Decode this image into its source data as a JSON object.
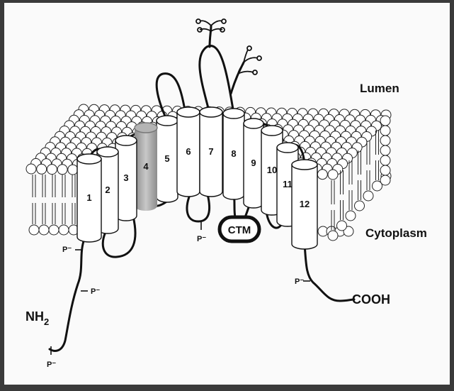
{
  "regions": {
    "lumen": "Lumen",
    "cytoplasm": "Cytoplasm"
  },
  "termini": {
    "n_terminus_main": "NH",
    "n_terminus_sub": "2",
    "c_terminus": "COOH"
  },
  "domain_label": "CTM",
  "phosphate_label": "P⁻",
  "helices": [
    {
      "label": "1",
      "highlighted": false
    },
    {
      "label": "2",
      "highlighted": false
    },
    {
      "label": "3",
      "highlighted": false
    },
    {
      "label": "4",
      "highlighted": true
    },
    {
      "label": "5",
      "highlighted": false
    },
    {
      "label": "6",
      "highlighted": false
    },
    {
      "label": "7",
      "highlighted": false
    },
    {
      "label": "8",
      "highlighted": false
    },
    {
      "label": "9",
      "highlighted": false
    },
    {
      "label": "10",
      "highlighted": false
    },
    {
      "label": "11",
      "highlighted": false
    },
    {
      "label": "12",
      "highlighted": false
    }
  ],
  "colors": {
    "frame": "#3a3a3a",
    "paper": "#fafafa",
    "ink": "#111111",
    "helix_fill": "#ffffff",
    "highlight_fill": "#a8a8a8"
  }
}
